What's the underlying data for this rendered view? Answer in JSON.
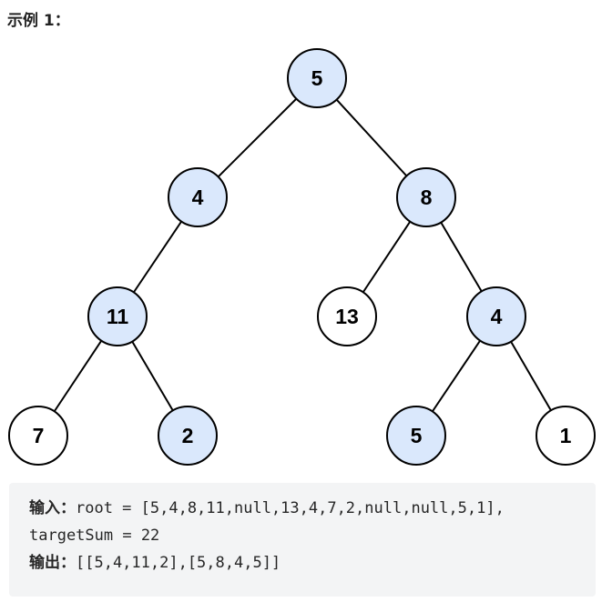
{
  "heading": "示例 1：",
  "tree": {
    "nodes": [
      {
        "id": "n5a",
        "value": "5",
        "highlighted": true
      },
      {
        "id": "n4a",
        "value": "4",
        "highlighted": true
      },
      {
        "id": "n8",
        "value": "8",
        "highlighted": true
      },
      {
        "id": "n11",
        "value": "11",
        "highlighted": true
      },
      {
        "id": "n13",
        "value": "13",
        "highlighted": false
      },
      {
        "id": "n4b",
        "value": "4",
        "highlighted": true
      },
      {
        "id": "n7",
        "value": "7",
        "highlighted": false
      },
      {
        "id": "n2",
        "value": "2",
        "highlighted": true
      },
      {
        "id": "n5b",
        "value": "5",
        "highlighted": true
      },
      {
        "id": "n1",
        "value": "1",
        "highlighted": false
      }
    ],
    "edges": [
      [
        "n5a",
        "n4a"
      ],
      [
        "n5a",
        "n8"
      ],
      [
        "n4a",
        "n11"
      ],
      [
        "n8",
        "n13"
      ],
      [
        "n8",
        "n4b"
      ],
      [
        "n11",
        "n7"
      ],
      [
        "n11",
        "n2"
      ],
      [
        "n4b",
        "n5b"
      ],
      [
        "n4b",
        "n1"
      ]
    ],
    "colors": {
      "highlight_fill": "#dae8fc",
      "plain_fill": "#ffffff",
      "stroke": "#000000"
    }
  },
  "example": {
    "input_label": "输入：",
    "input_line1": "root = [5,4,8,11,null,13,4,7,2,null,null,5,1],",
    "input_line2": "targetSum = 22",
    "output_label": "输出：",
    "output_value": "[[5,4,11,2],[5,8,4,5]]"
  }
}
